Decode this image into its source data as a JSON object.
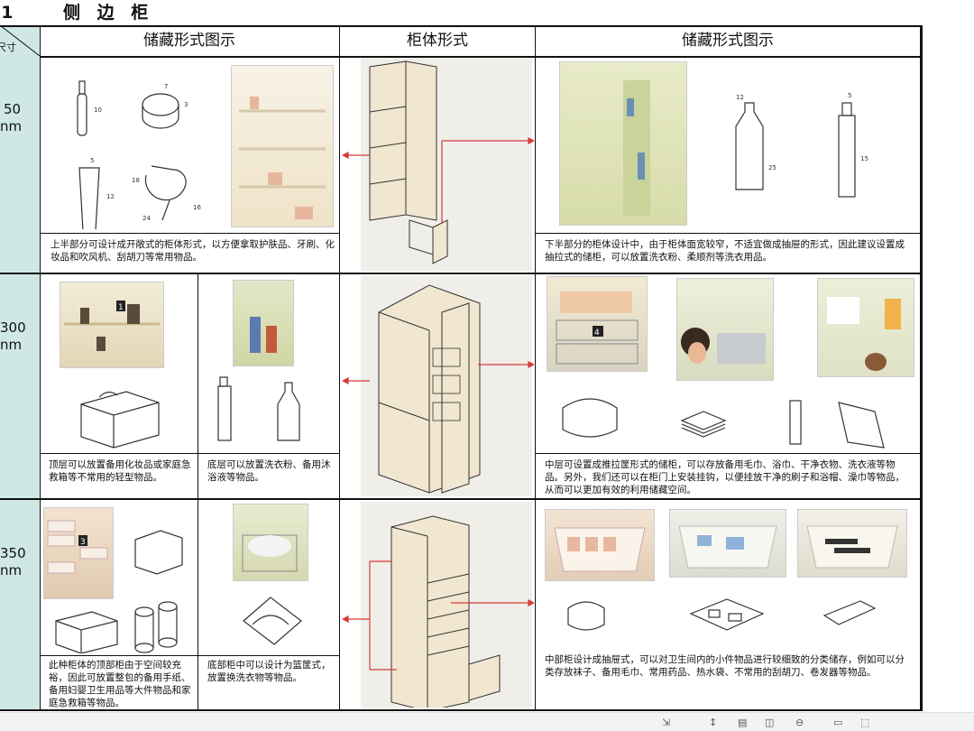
{
  "heading": {
    "number": ".1",
    "title": "侧 边 柜"
  },
  "corner_label": "尺寸",
  "headers": {
    "left": "储藏形式图示",
    "middle": "柜体形式",
    "right": "储藏形式图示"
  },
  "rows": [
    {
      "size_line1": "50",
      "size_line2": "nm",
      "left_caption": "上半部分可设计成开敞式的柜体形式，以方便拿取护肤品、牙刷、化妆品和吹风机、刮胡刀等常用物品。",
      "right_caption": "下半部分的柜体设计中，由于柜体面宽较窄，不适宜做成抽屉的形式，因此建议设置成抽拉式的储柜，可以放置洗衣粉、柔顺剂等洗衣用品。"
    },
    {
      "size_line1": "300",
      "size_line2": "nm",
      "left_caption_a": "顶层可以放置备用化妆品或家庭急救箱等不常用的轻型物品。",
      "left_caption_b": "底层可以放置洗衣粉、备用沐浴液等物品。",
      "right_caption": "中层可设置成推拉筐形式的储柜，可以存放备用毛巾、浴巾、干净衣物、洗衣液等物品。另外，我们还可以在柜门上安装挂钩，以便挂放干净的刷子和浴帽、澡巾等物品，从而可以更加有效的利用储藏空间。"
    },
    {
      "size_line1": "350",
      "size_line2": "nm",
      "left_caption_a": "此种柜体的顶部柜由于空间较充裕，因此可放置整包的备用手纸、备用妇婴卫生用品等大件物品和家庭急救箱等物品。",
      "left_caption_b": "底部柜中可以设计为篮筐式，放置换洗衣物等物品。",
      "right_caption": "中部柜设计成抽屉式，可以对卫生间内的小件物品进行较细致的分类储存，例如可以分类存放袜子、备用毛巾、常用药品、热水袋、不常用的刮胡刀、卷发器等物品。"
    }
  ],
  "photo_numbers": [
    "1",
    "4",
    "3"
  ],
  "dimension_marks": [
    "10",
    "7",
    "3",
    "5",
    "12",
    "18",
    "24",
    "16",
    "12",
    "25",
    "5",
    "15"
  ],
  "colors": {
    "size_column": "#cfe8e6",
    "cabinet": "#f1e6cf",
    "arrow": "#d83a3a"
  }
}
